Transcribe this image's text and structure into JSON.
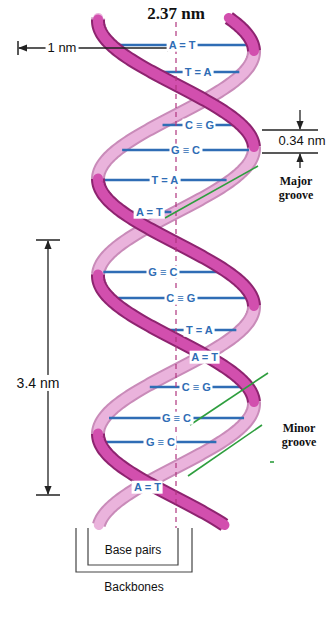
{
  "diagram": {
    "labels": [
      "2.37 nm",
      "A = T",
      "1 nm",
      "T = A",
      "C ≡ G",
      "0.34 nm",
      "G ≡ C",
      "T = A",
      "Major groove",
      "A = T",
      "G ≡ C",
      "C ≡ G",
      "T = A",
      "A = T",
      "3.4 nm",
      "C ≡ G",
      "G ≡ C",
      "Minor groove",
      "G ≡ C",
      "A = T",
      "Base pairs",
      "Backbones"
    ]
  }
}
